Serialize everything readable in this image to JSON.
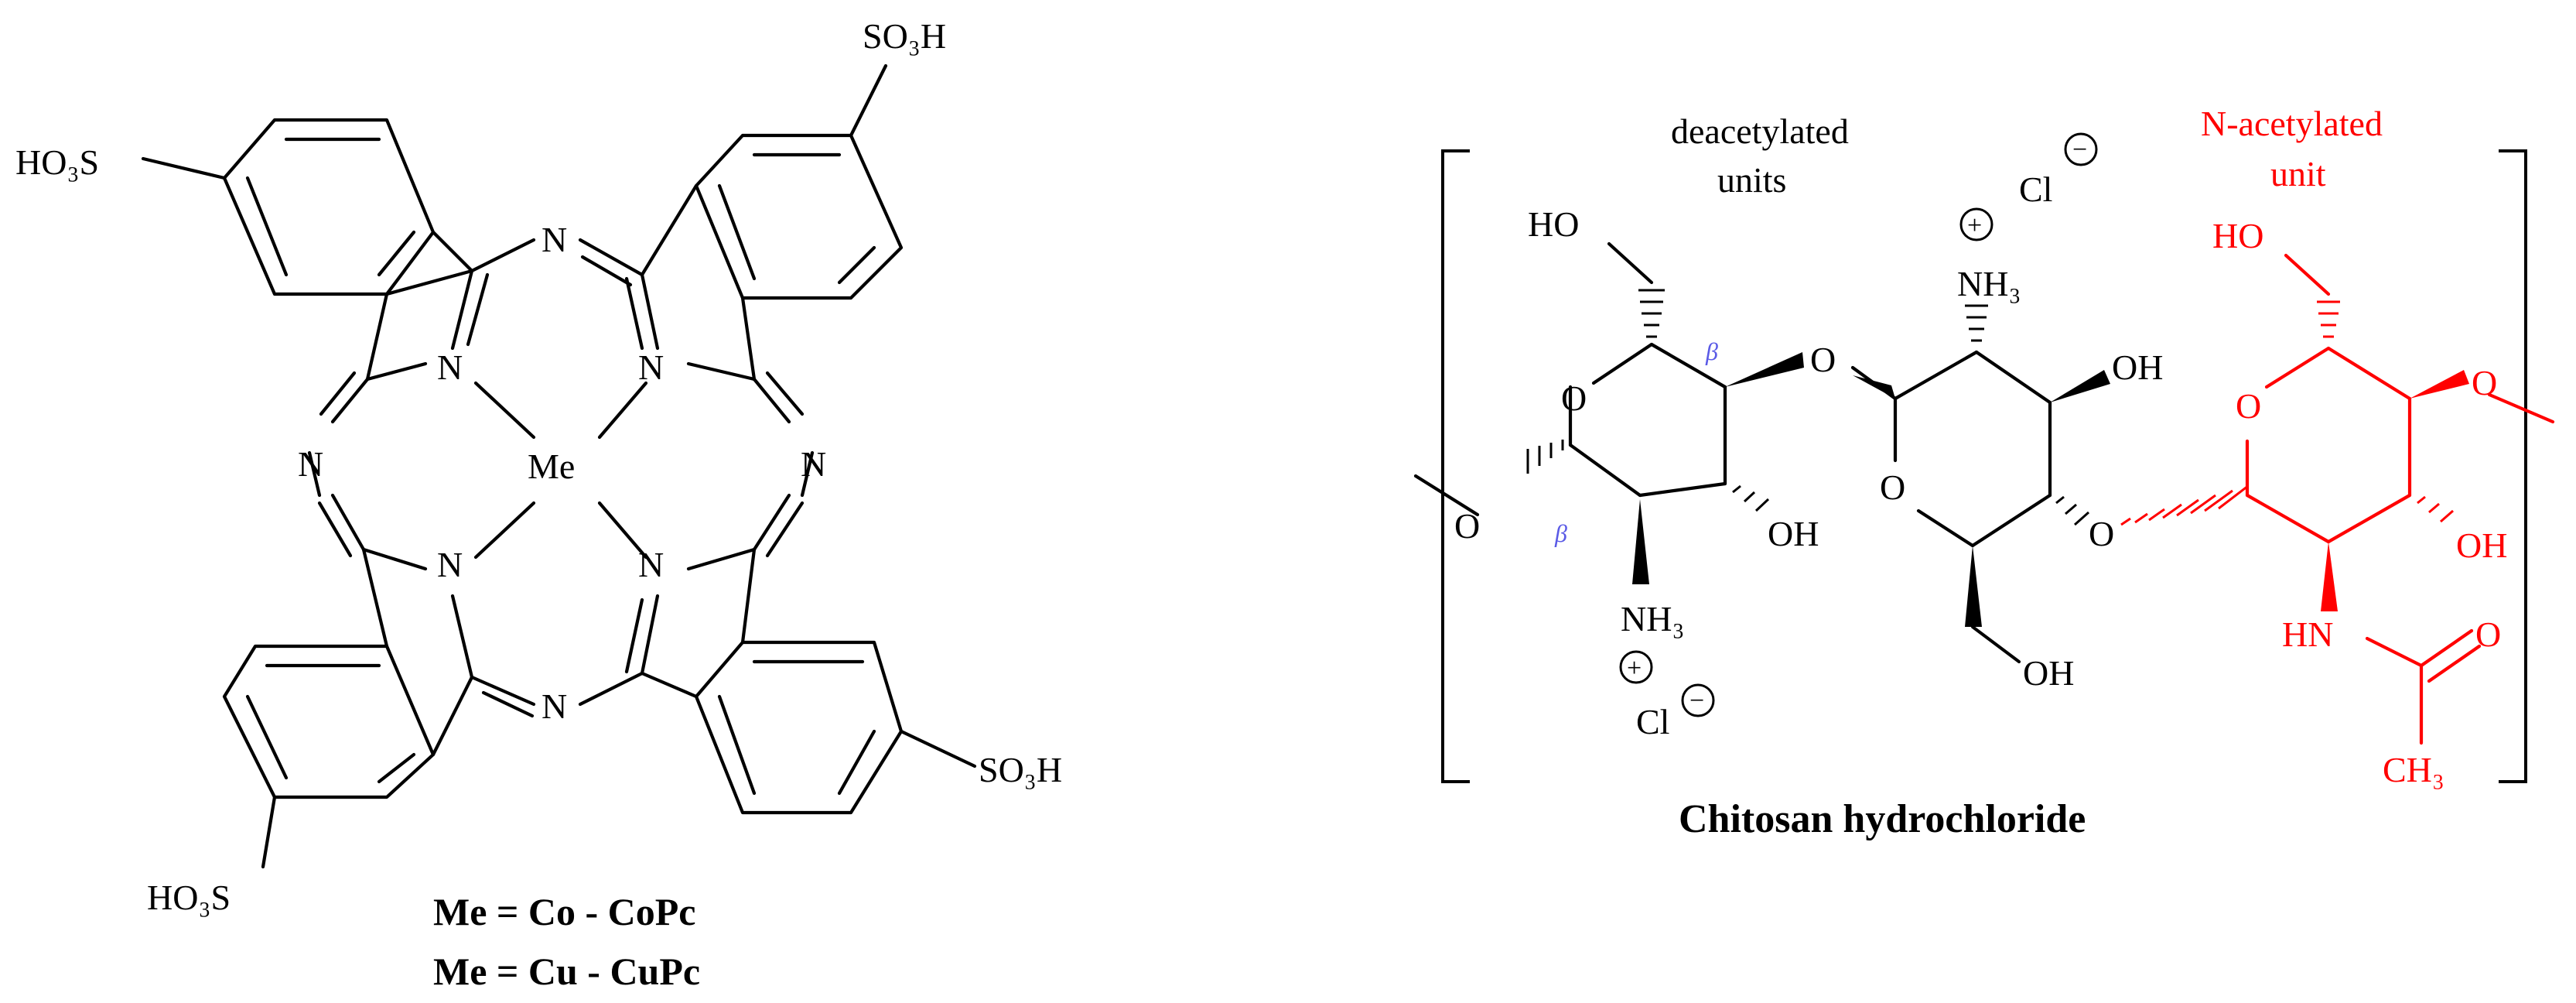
{
  "phthalocyanine": {
    "center_metal": "Me",
    "ring_n_label": "N",
    "substituent_top_right": "SO₃H",
    "substituent_left": "HO₃S",
    "substituent_bottom_right": "SO₃H",
    "substituent_bottom_left": "HO₃S",
    "legend_line_1": "Me = Co - CoPc",
    "legend_line_2": "Me = Cu - CuPc"
  },
  "chitosan": {
    "title": "Chitosan hydrochloride",
    "deacetylated_label_line1": "deacetylated",
    "deacetylated_label_line2": "units",
    "acetylated_label_line1": "N-acetylated",
    "acetylated_label_line2": "unit",
    "ho": "HO",
    "oh": "OH",
    "o": "O",
    "nh3": "NH₃",
    "cl": "Cl",
    "plus": "+",
    "minus": "−",
    "hn": "HN",
    "ch3": "CH₃",
    "beta": "β"
  },
  "colors": {
    "acetylated": "#ff0000",
    "beta": "#5a5ae6",
    "default": "#000000"
  }
}
